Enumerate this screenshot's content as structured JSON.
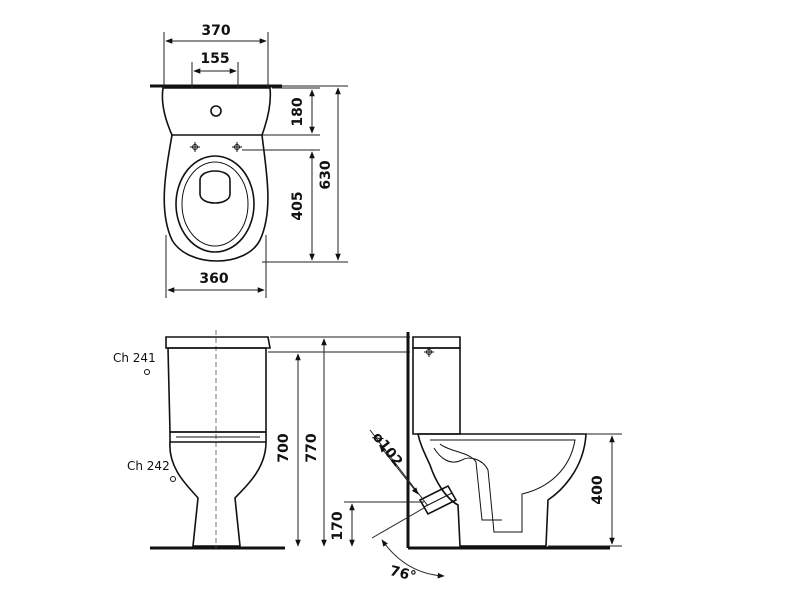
{
  "top_view": {
    "width_tank": "370",
    "width_holes": "155",
    "depth_tank": "180",
    "depth_total": "630",
    "depth_bowl": "405",
    "width_bowl": "360"
  },
  "front_view": {
    "label_ch241": "Ch 241",
    "label_ch242": "Ch 242",
    "height_bowl_top": "700",
    "height_total": "770"
  },
  "side_view": {
    "outlet_diameter": "ø102",
    "outlet_height": "170",
    "outlet_angle": "76°",
    "seat_height": "400"
  }
}
